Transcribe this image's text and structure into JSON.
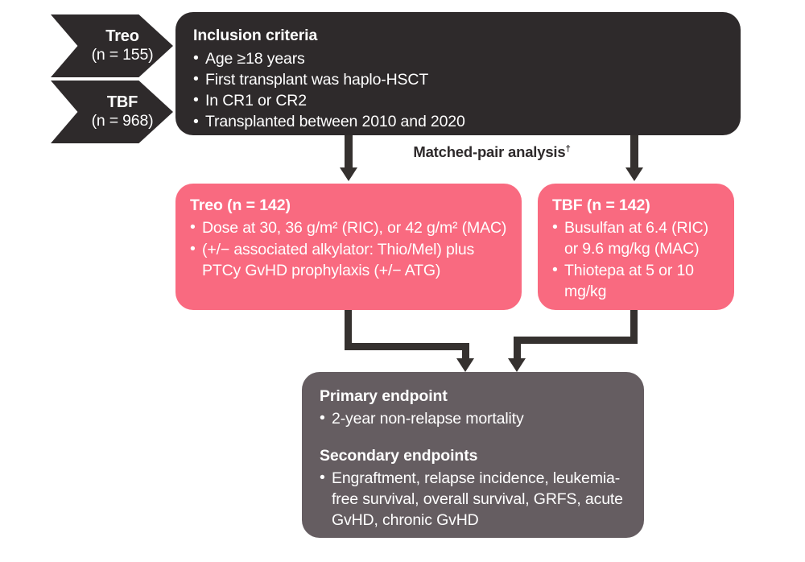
{
  "colors": {
    "dark": "#2e2a2b",
    "pink": "#f96a80",
    "gray": "#655d61",
    "connector": "#35312f",
    "text_on_dark": "#ffffff",
    "background": "#ffffff"
  },
  "cohorts": [
    {
      "name": "Treo",
      "n_label": "(n = 155)"
    },
    {
      "name": "TBF",
      "n_label": "(n = 968)"
    }
  ],
  "inclusion": {
    "title": "Inclusion criteria",
    "bullets": [
      "Age ≥18 years",
      "First transplant was haplo-HSCT",
      "In CR1 or CR2",
      "Transplanted between 2010 and 2020"
    ]
  },
  "matched_pair": {
    "label": "Matched-pair analysis",
    "footnote_marker": "†"
  },
  "arms": [
    {
      "title": "Treo (n = 142)",
      "bullets": [
        "Dose at 30, 36  g/m² (RIC), or 42 g/m² (MAC)",
        "(+/− associated alkylator: Thio/Mel) plus PTCy GvHD prophylaxis (+/− ATG)"
      ]
    },
    {
      "title": "TBF (n = 142)",
      "bullets": [
        "Busulfan at 6.4 (RIC) or 9.6 mg/kg (MAC)",
        "Thiotepa at 5 or 10 mg/kg"
      ]
    }
  ],
  "endpoints": {
    "primary_title": "Primary endpoint",
    "primary_bullets": [
      "2-year non-relapse mortality"
    ],
    "secondary_title": "Secondary endpoints",
    "secondary_bullets": [
      "Engraftment, relapse incidence, leukemia-free survival, overall survival, GRFS, acute GvHD, chronic GvHD"
    ]
  }
}
